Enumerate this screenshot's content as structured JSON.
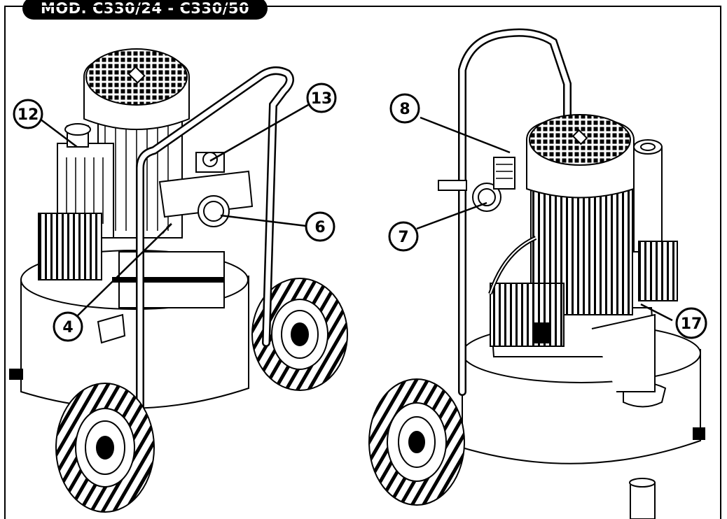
{
  "title": "MOD. C330/24 - C330/50",
  "callouts": {
    "c12": "12",
    "c13": "13",
    "c6": "6",
    "c4": "4",
    "c8": "8",
    "c7": "7",
    "c17": "17"
  },
  "colors": {
    "ink": "#000000",
    "paper": "#ffffff",
    "shade": "#1a1a1a"
  }
}
